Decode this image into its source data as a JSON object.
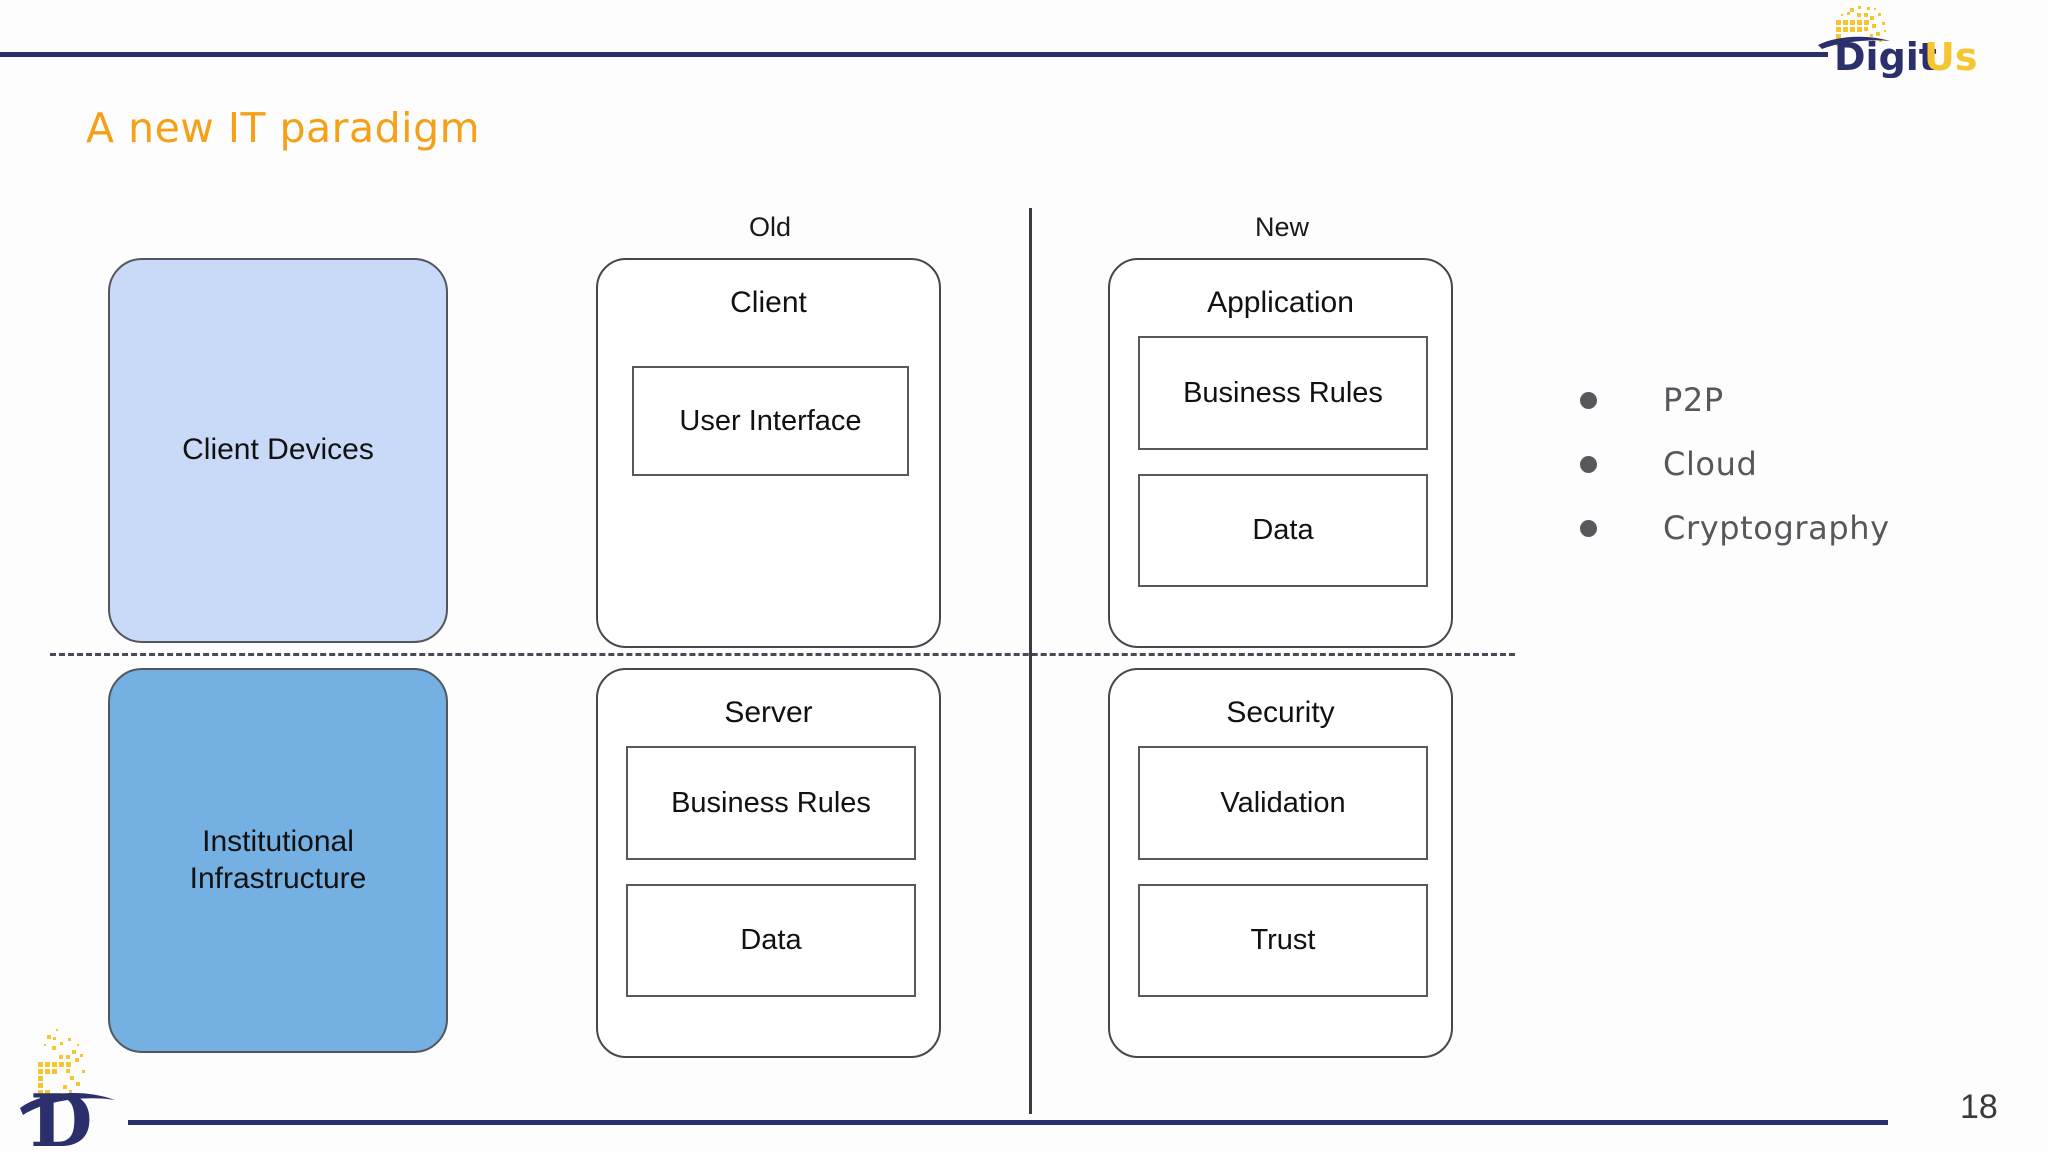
{
  "brand": {
    "name_part1": "Digit",
    "name_part2": "Us",
    "navy": "#2b2f6b",
    "gold": "#F5C630",
    "accent_orange": "#F6A01A"
  },
  "slide": {
    "title": "A new IT paradigm",
    "page_number": "18"
  },
  "diagram": {
    "columns": [
      {
        "label": "Old"
      },
      {
        "label": "New"
      }
    ],
    "side_blocks": [
      {
        "label": "Client Devices",
        "color": "#c8daf7"
      },
      {
        "label": "Institutional Infrastructure",
        "color": "#74b0e2"
      }
    ],
    "cards": [
      {
        "title": "Client",
        "items": [
          "User Interface"
        ]
      },
      {
        "title": "Application",
        "items": [
          "Business Rules",
          "Data"
        ]
      },
      {
        "title": "Server",
        "items": [
          "Business Rules",
          "Data"
        ]
      },
      {
        "title": "Security",
        "items": [
          "Validation",
          "Trust"
        ]
      }
    ]
  },
  "bullets": [
    {
      "label": "P2P"
    },
    {
      "label": "Cloud"
    },
    {
      "label": "Cryptography"
    }
  ]
}
